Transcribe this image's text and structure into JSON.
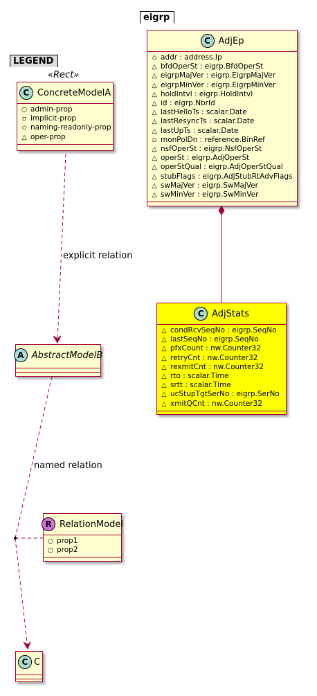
{
  "legend_package": {
    "name": "LEGEND",
    "stereotype": "«Rect»",
    "concrete_model": {
      "name": "ConcreteModelA",
      "badge": "C",
      "members": [
        {
          "vis": "○",
          "text": "admin-prop"
        },
        {
          "vis": "▫",
          "text": "implicit-prop"
        },
        {
          "vis": "◇",
          "text": "naming-readonly-prop"
        },
        {
          "vis": "△",
          "text": "oper-prop"
        }
      ]
    },
    "abstract_model": {
      "name": "AbstractModelB",
      "badge": "A"
    },
    "relation_model": {
      "name": "RelationModel",
      "badge": "R",
      "members": [
        {
          "vis": "○",
          "text": "prop1"
        },
        {
          "vis": "○",
          "text": "prop2"
        }
      ]
    },
    "c_model": {
      "name": "C",
      "badge": "C"
    },
    "explicit_relation_label": "explicit relation",
    "named_relation_label": "named relation"
  },
  "eigrp_package": {
    "name": "eigrp",
    "adjep": {
      "name": "AdjEp",
      "badge": "C",
      "members": [
        {
          "vis": "◇",
          "text": "addr : address.Ip"
        },
        {
          "vis": "△",
          "text": "bfdOperSt : eigrp.BfdOperSt"
        },
        {
          "vis": "△",
          "text": "eigrpMajVer : eigrp.EigrpMajVer"
        },
        {
          "vis": "△",
          "text": "eigrpMinVer : eigrp.EigrpMinVer"
        },
        {
          "vis": "△",
          "text": "holdIntvl : eigrp.HoldIntvl"
        },
        {
          "vis": "△",
          "text": "id : eigrp.NbrId"
        },
        {
          "vis": "△",
          "text": "lastHelloTs : scalar.Date"
        },
        {
          "vis": "△",
          "text": "lastResyncTs : scalar.Date"
        },
        {
          "vis": "△",
          "text": "lastUpTs : scalar.Date"
        },
        {
          "vis": "▫",
          "text": "monPolDn : reference.BinRef"
        },
        {
          "vis": "△",
          "text": "nsfOperSt : eigrp.NsfOperSt"
        },
        {
          "vis": "△",
          "text": "operSt : eigrp.AdjOperSt"
        },
        {
          "vis": "△",
          "text": "operStQual : eigrp.AdjOperStQual"
        },
        {
          "vis": "△",
          "text": "stubFlags : eigrp.AdjStubRtAdvFlags"
        },
        {
          "vis": "△",
          "text": "swMajVer : eigrp.SwMajVer"
        },
        {
          "vis": "△",
          "text": "swMinVer : eigrp.SwMinVer"
        }
      ]
    },
    "adjstats": {
      "name": "AdjStats",
      "badge": "C",
      "members": [
        {
          "vis": "△",
          "text": "condRcvSeqNo : eigrp.SeqNo"
        },
        {
          "vis": "△",
          "text": "lastSeqNo : eigrp.SeqNo"
        },
        {
          "vis": "△",
          "text": "pfxCount : nw.Counter32"
        },
        {
          "vis": "△",
          "text": "retryCnt : nw.Counter32"
        },
        {
          "vis": "△",
          "text": "rexmitCnt : nw.Counter32"
        },
        {
          "vis": "△",
          "text": "rto : scalar.Time"
        },
        {
          "vis": "△",
          "text": "srtt : scalar.Time"
        },
        {
          "vis": "△",
          "text": "ucStupTgtSerNo : eigrp.SerNo"
        },
        {
          "vis": "△",
          "text": "xmitQCnt : nw.Counter32"
        }
      ]
    }
  },
  "colors": {
    "class_fill": "#fefece",
    "highlight_fill": "#ffff00",
    "class_border": "#a80036",
    "legend_fill": "#dddddd",
    "relation_line": "#a80036"
  }
}
